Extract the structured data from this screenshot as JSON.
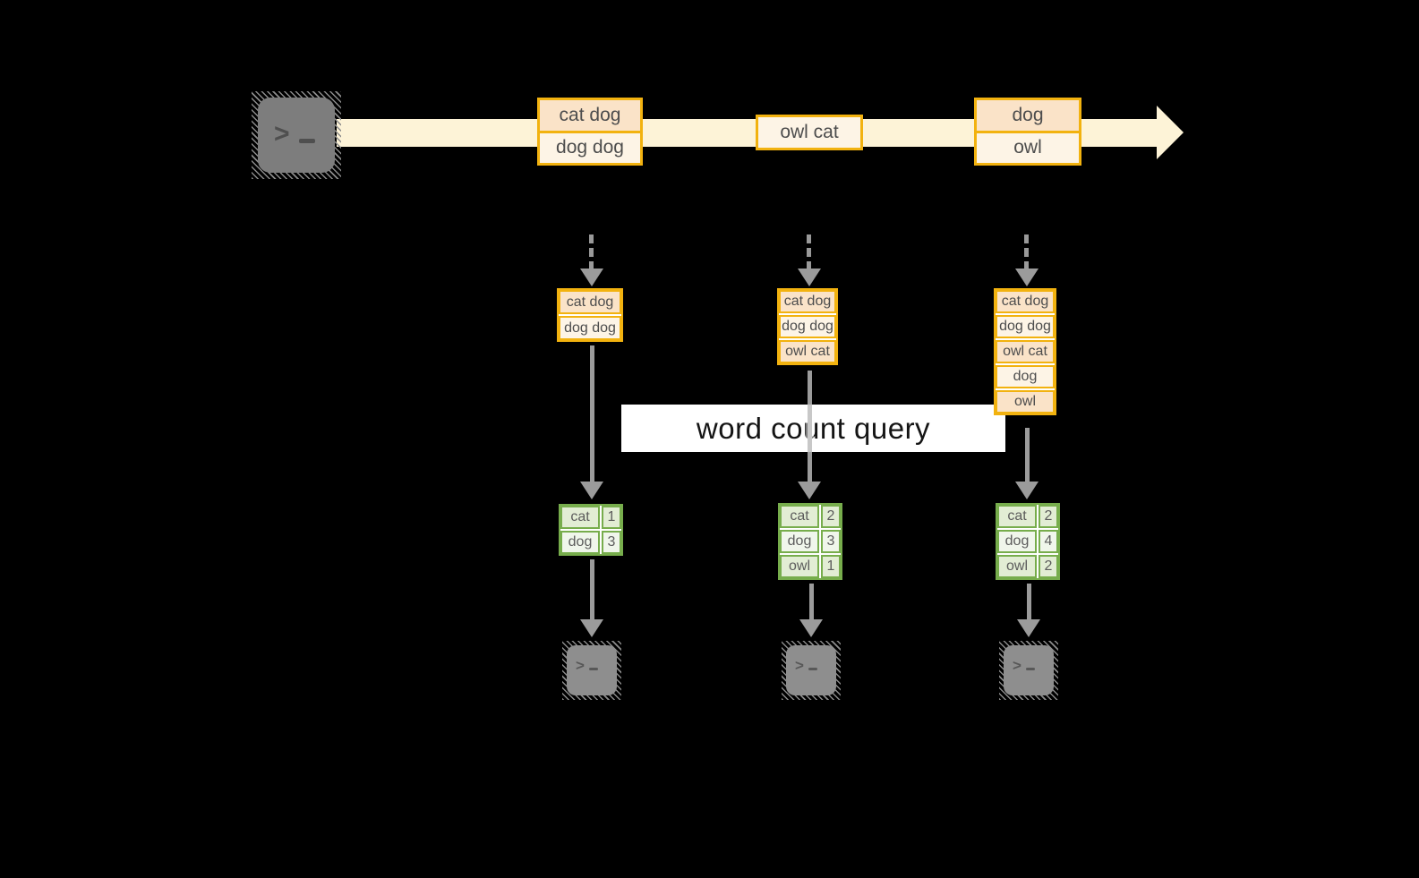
{
  "diagram": {
    "query_label": "word count query",
    "stream_events": [
      {
        "rows": [
          "cat dog",
          "dog dog"
        ]
      },
      {
        "rows": [
          "owl cat"
        ]
      },
      {
        "rows": [
          "dog",
          "owl"
        ]
      }
    ],
    "columns": [
      {
        "buffer": [
          "cat dog",
          "dog dog"
        ],
        "counts": [
          {
            "word": "cat",
            "n": "1"
          },
          {
            "word": "dog",
            "n": "3"
          }
        ]
      },
      {
        "buffer": [
          "cat dog",
          "dog dog",
          "owl cat"
        ],
        "counts": [
          {
            "word": "cat",
            "n": "2"
          },
          {
            "word": "dog",
            "n": "3"
          },
          {
            "word": "owl",
            "n": "1"
          }
        ]
      },
      {
        "buffer": [
          "cat dog",
          "dog dog",
          "owl cat",
          "dog",
          "owl"
        ],
        "counts": [
          {
            "word": "cat",
            "n": "2"
          },
          {
            "word": "dog",
            "n": "4"
          },
          {
            "word": "owl",
            "n": "2"
          }
        ]
      }
    ],
    "icons": {
      "terminal_prompt": ">"
    },
    "colors": {
      "background": "#000000",
      "stream_band": "#FDF3D7",
      "cell_peach": "#FAE3C8",
      "cell_cream": "#FDF4E6",
      "amber_border": "#F2B20F",
      "green_border": "#77AD4C",
      "green_cell_dark": "#E2EDD4",
      "green_cell_light": "#F0F6EB",
      "arrow_gray": "#9B9B9B",
      "terminal_gray": "#7D7D7D",
      "query_band_bg": "#FFFFFF"
    }
  }
}
